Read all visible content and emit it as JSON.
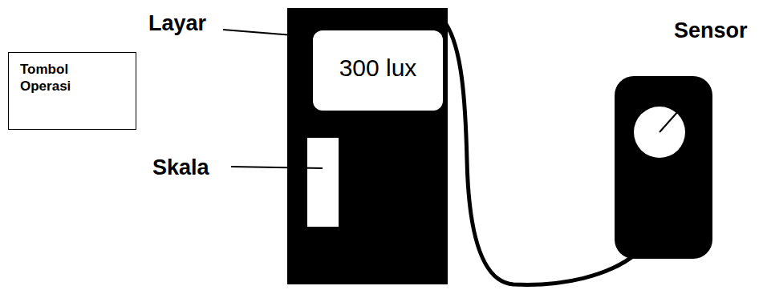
{
  "diagram": {
    "nodes": [
      {
        "text": [
          "Tombol Operasi"
        ]
      },
      {
        "text": [
          "300 lux"
        ]
      }
    ],
    "labels": [
      "Layar",
      "Skala",
      "Sensor"
    ]
  }
}
